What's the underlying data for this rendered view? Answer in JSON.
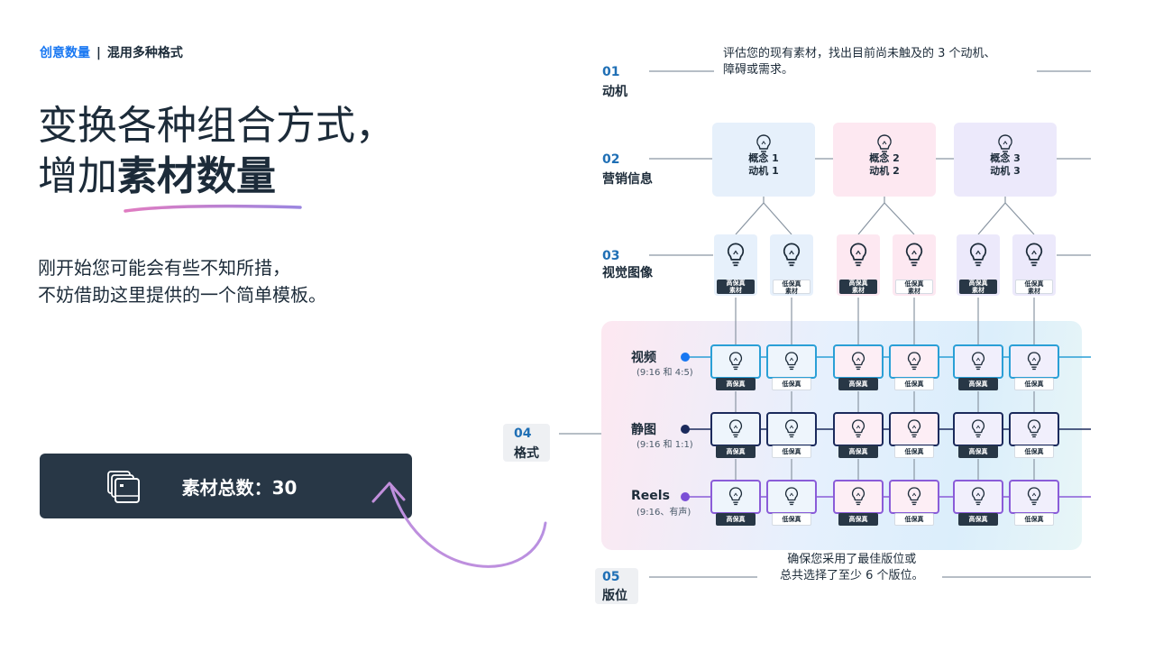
{
  "eyebrow": {
    "accent": "创意数量",
    "separator": "|",
    "rest": "混用多种格式"
  },
  "headline": {
    "line1": "变换各种组合方式，",
    "line2_prefix": "增加",
    "line2_bold": "素材数量"
  },
  "intro": {
    "line1": "刚开始您可能会有些不知所措，",
    "line2": "不妨借助这里提供的一个简单模板。"
  },
  "total": {
    "label": "素材总数：30",
    "icon": "stacked-assets-icon"
  },
  "steps": [
    {
      "num": "01",
      "label": "动机"
    },
    {
      "num": "02",
      "label": "营销信息"
    },
    {
      "num": "03",
      "label": "视觉图像"
    },
    {
      "num": "04",
      "label": "格式"
    },
    {
      "num": "05",
      "label": "版位"
    }
  ],
  "notes": {
    "motivation": {
      "line1": "评估您的现有素材，找出目前尚未触及的 3 个动机、",
      "line2": "障碍或需求。"
    },
    "placement": {
      "line1": "确保您采用了最佳版位或",
      "line2": "总共选择了至少 6 个版位。"
    }
  },
  "concepts": [
    {
      "line1": "概念 1",
      "line2": "动机 1",
      "color": "#e6f0fb"
    },
    {
      "line1": "概念 2",
      "line2": "动机 2",
      "color": "#fde8f1"
    },
    {
      "line1": "概念 3",
      "line2": "动机 3",
      "color": "#ece9fb"
    }
  ],
  "visuals": {
    "high": {
      "line1": "高保真",
      "line2": "素材"
    },
    "low": {
      "line1": "低保真",
      "line2": "素材"
    }
  },
  "formats": [
    {
      "title": "视频",
      "sub": "(9:16 和 4:5)",
      "dot": "#1877f2",
      "border": "#2a9fd6"
    },
    {
      "title": "静图",
      "sub": "(9:16 和 1:1)",
      "dot": "#1b2a5c",
      "border": "#1b2a5c"
    },
    {
      "title": "Reels",
      "sub": "(9:16、有声)",
      "dot": "#7b4fd6",
      "border": "#8a5cd8"
    }
  ],
  "cell_tags": {
    "high": "高保真",
    "low": "低保真"
  },
  "colors": {
    "accent": "#1877f2",
    "dark": "#283746",
    "arrow": "#b58ee0",
    "underline": "#c98fd8"
  },
  "icons": {
    "bulb": "lightbulb-icon"
  }
}
